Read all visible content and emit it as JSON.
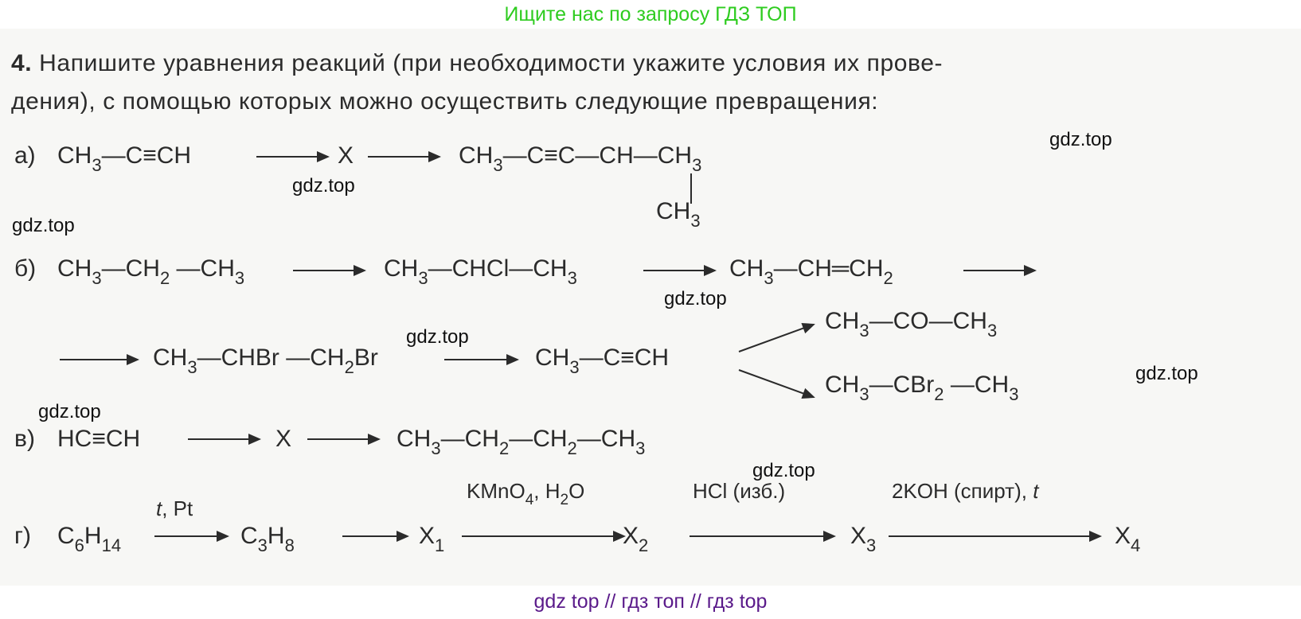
{
  "banners": {
    "top": "Ищите нас по запросу ГДЗ ТОП",
    "bottom": "gdz top  //  гдз топ  //  гдз top"
  },
  "task": {
    "number": "4.",
    "line1": " Напишите уравнения реакций (при необходимости укажите условия их прове-",
    "line2": "дения), с помощью которых можно осуществить следующие превращения:"
  },
  "watermark": "gdz.top",
  "reactions": {
    "a": {
      "label": "а)",
      "start": "CH₃—C≡CH",
      "intermediate": "X",
      "product_main": "CH₃—C≡C—CH—CH₃",
      "product_branch": "CH₃"
    },
    "b": {
      "label": "б)",
      "s1": "CH₃—CH₂—CH₃",
      "s2": "CH₃—CHCl—CH₃",
      "s3": "CH₃—CH═CH₂",
      "s4": "CH₃—CHBr—CH₂Br",
      "s5": "CH₃—C≡CH",
      "branch_top": "CH₃—CO—CH₃",
      "branch_bottom": "CH₃—CBr₂—CH₃"
    },
    "v": {
      "label": "в)",
      "start": "HC≡CH",
      "intermediate": "X",
      "product": "CH₃—CH₂—CH₂—CH₃"
    },
    "g": {
      "label": "г)",
      "s1": "C₆H₁₄",
      "s2": "C₃H₈",
      "x1": "X₁",
      "x2": "X₂",
      "x3": "X₃",
      "x4": "X₄",
      "cond1": "t, Pt",
      "cond2": "KMnO₄, H₂O",
      "cond3": "HCl (изб.)",
      "cond4": "2KOH (спирт), t"
    }
  }
}
